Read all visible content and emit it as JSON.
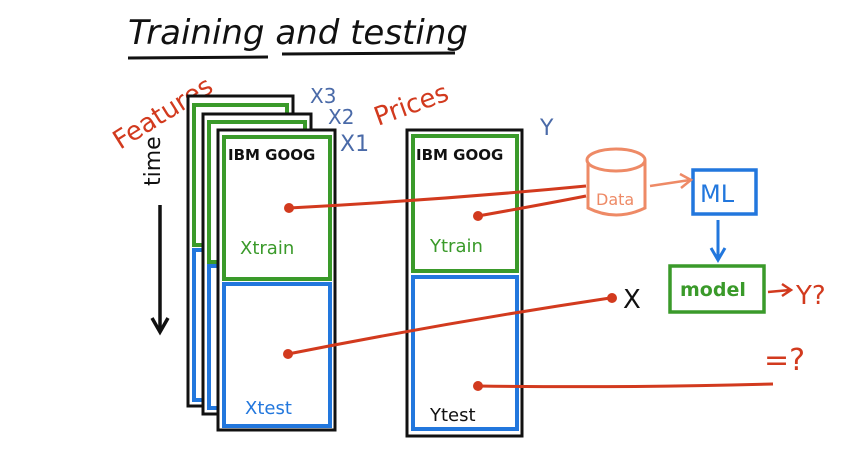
{
  "title": "Training and testing",
  "labels": {
    "features": "Features",
    "prices": "Prices",
    "time": "time",
    "x3": "X3",
    "x2": "X2",
    "x1": "X1",
    "y": "Y",
    "x_header": "IBM GOOG",
    "y_header": "IBM GOOG",
    "xtrain": "Xtrain",
    "xtest": "Xtest",
    "ytrain": "Ytrain",
    "ytest": "Ytest",
    "data": "Data",
    "ml": "ML",
    "model": "model",
    "x_input": "X",
    "y_out": "Y?",
    "equals_q": "=?"
  },
  "colors": {
    "ink": "#111111",
    "green": "#3a9a2a",
    "blue": "#2277dd",
    "red": "#d23a1e",
    "orange": "#ee8a66",
    "slate": "#4a6aa8"
  }
}
